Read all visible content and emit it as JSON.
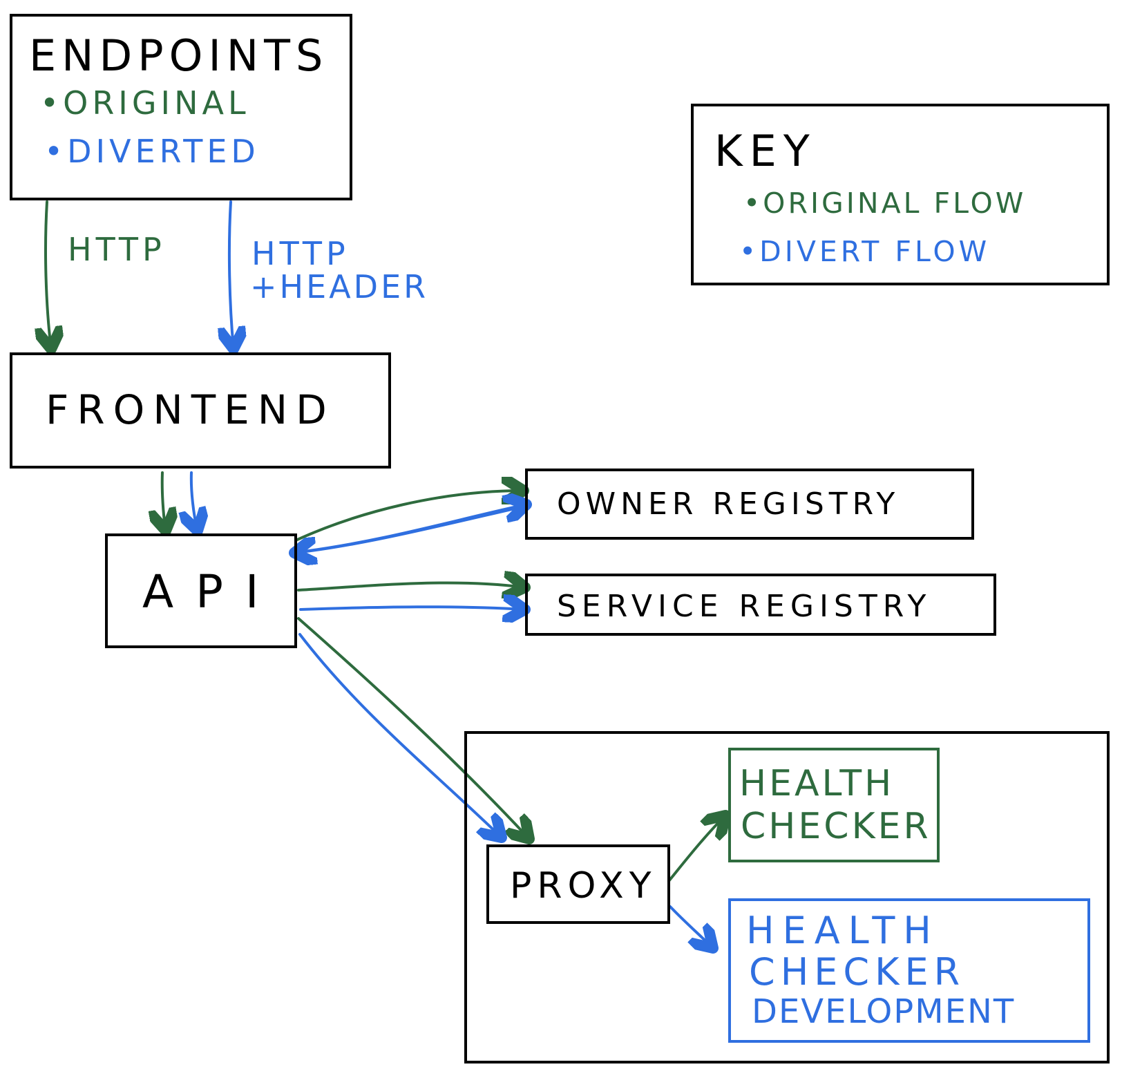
{
  "colors": {
    "original": "#2e6b3e",
    "divert": "#2f6fe0",
    "box_border": "#000000"
  },
  "endpoints": {
    "title": "ENDPOINTS",
    "original": "•ORIGINAL",
    "diverted": "•DIVERTED"
  },
  "key": {
    "title": "KEY",
    "original_flow": "•ORIGINAL FLOW",
    "divert_flow": "•DIVERT FLOW"
  },
  "edges": {
    "http": "HTTP",
    "http_header_line1": "HTTP",
    "http_header_line2": "+HEADER"
  },
  "frontend": {
    "label": "FRONTEND"
  },
  "api": {
    "label": "API"
  },
  "owner_registry": {
    "label": "OWNER REGISTRY"
  },
  "service_registry": {
    "label": "SERVICE REGISTRY"
  },
  "proxy": {
    "label": "PROXY"
  },
  "health_checker": {
    "line1": "HEALTH",
    "line2": "CHECKER"
  },
  "health_checker_dev": {
    "line1": "HEALTH",
    "line2": "CHECKER",
    "line3": "DEVELOPMENT"
  }
}
